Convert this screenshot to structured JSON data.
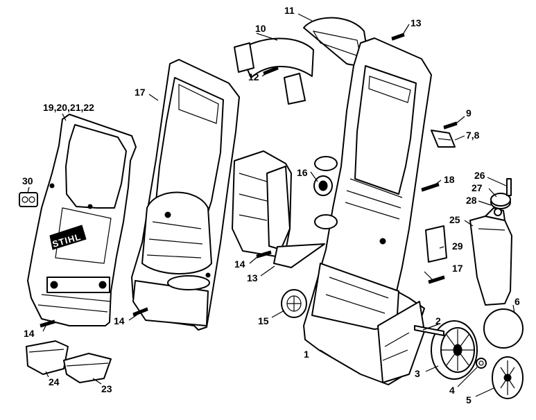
{
  "diagram": {
    "brand_text": "STIHL",
    "labels": [
      {
        "id": "lbl-1",
        "text": "1"
      },
      {
        "id": "lbl-2",
        "text": "2"
      },
      {
        "id": "lbl-3",
        "text": "3"
      },
      {
        "id": "lbl-4",
        "text": "4"
      },
      {
        "id": "lbl-5",
        "text": "5"
      },
      {
        "id": "lbl-6",
        "text": "6"
      },
      {
        "id": "lbl-7-8",
        "text": "7,8"
      },
      {
        "id": "lbl-9",
        "text": "9"
      },
      {
        "id": "lbl-10",
        "text": "10"
      },
      {
        "id": "lbl-11",
        "text": "11"
      },
      {
        "id": "lbl-12",
        "text": "12"
      },
      {
        "id": "lbl-13-top",
        "text": "13"
      },
      {
        "id": "lbl-13-mid",
        "text": "13"
      },
      {
        "id": "lbl-14-left",
        "text": "14"
      },
      {
        "id": "lbl-14-center",
        "text": "14"
      },
      {
        "id": "lbl-14-mid",
        "text": "14"
      },
      {
        "id": "lbl-15",
        "text": "15"
      },
      {
        "id": "lbl-16",
        "text": "16"
      },
      {
        "id": "lbl-17-left",
        "text": "17"
      },
      {
        "id": "lbl-17-right",
        "text": "17"
      },
      {
        "id": "lbl-18",
        "text": "18"
      },
      {
        "id": "lbl-19-22",
        "text": "19,20,21,22"
      },
      {
        "id": "lbl-23",
        "text": "23"
      },
      {
        "id": "lbl-24",
        "text": "24"
      },
      {
        "id": "lbl-25",
        "text": "25"
      },
      {
        "id": "lbl-26",
        "text": "26"
      },
      {
        "id": "lbl-27",
        "text": "27"
      },
      {
        "id": "lbl-28",
        "text": "28"
      },
      {
        "id": "lbl-29",
        "text": "29"
      },
      {
        "id": "lbl-30",
        "text": "30"
      }
    ]
  }
}
